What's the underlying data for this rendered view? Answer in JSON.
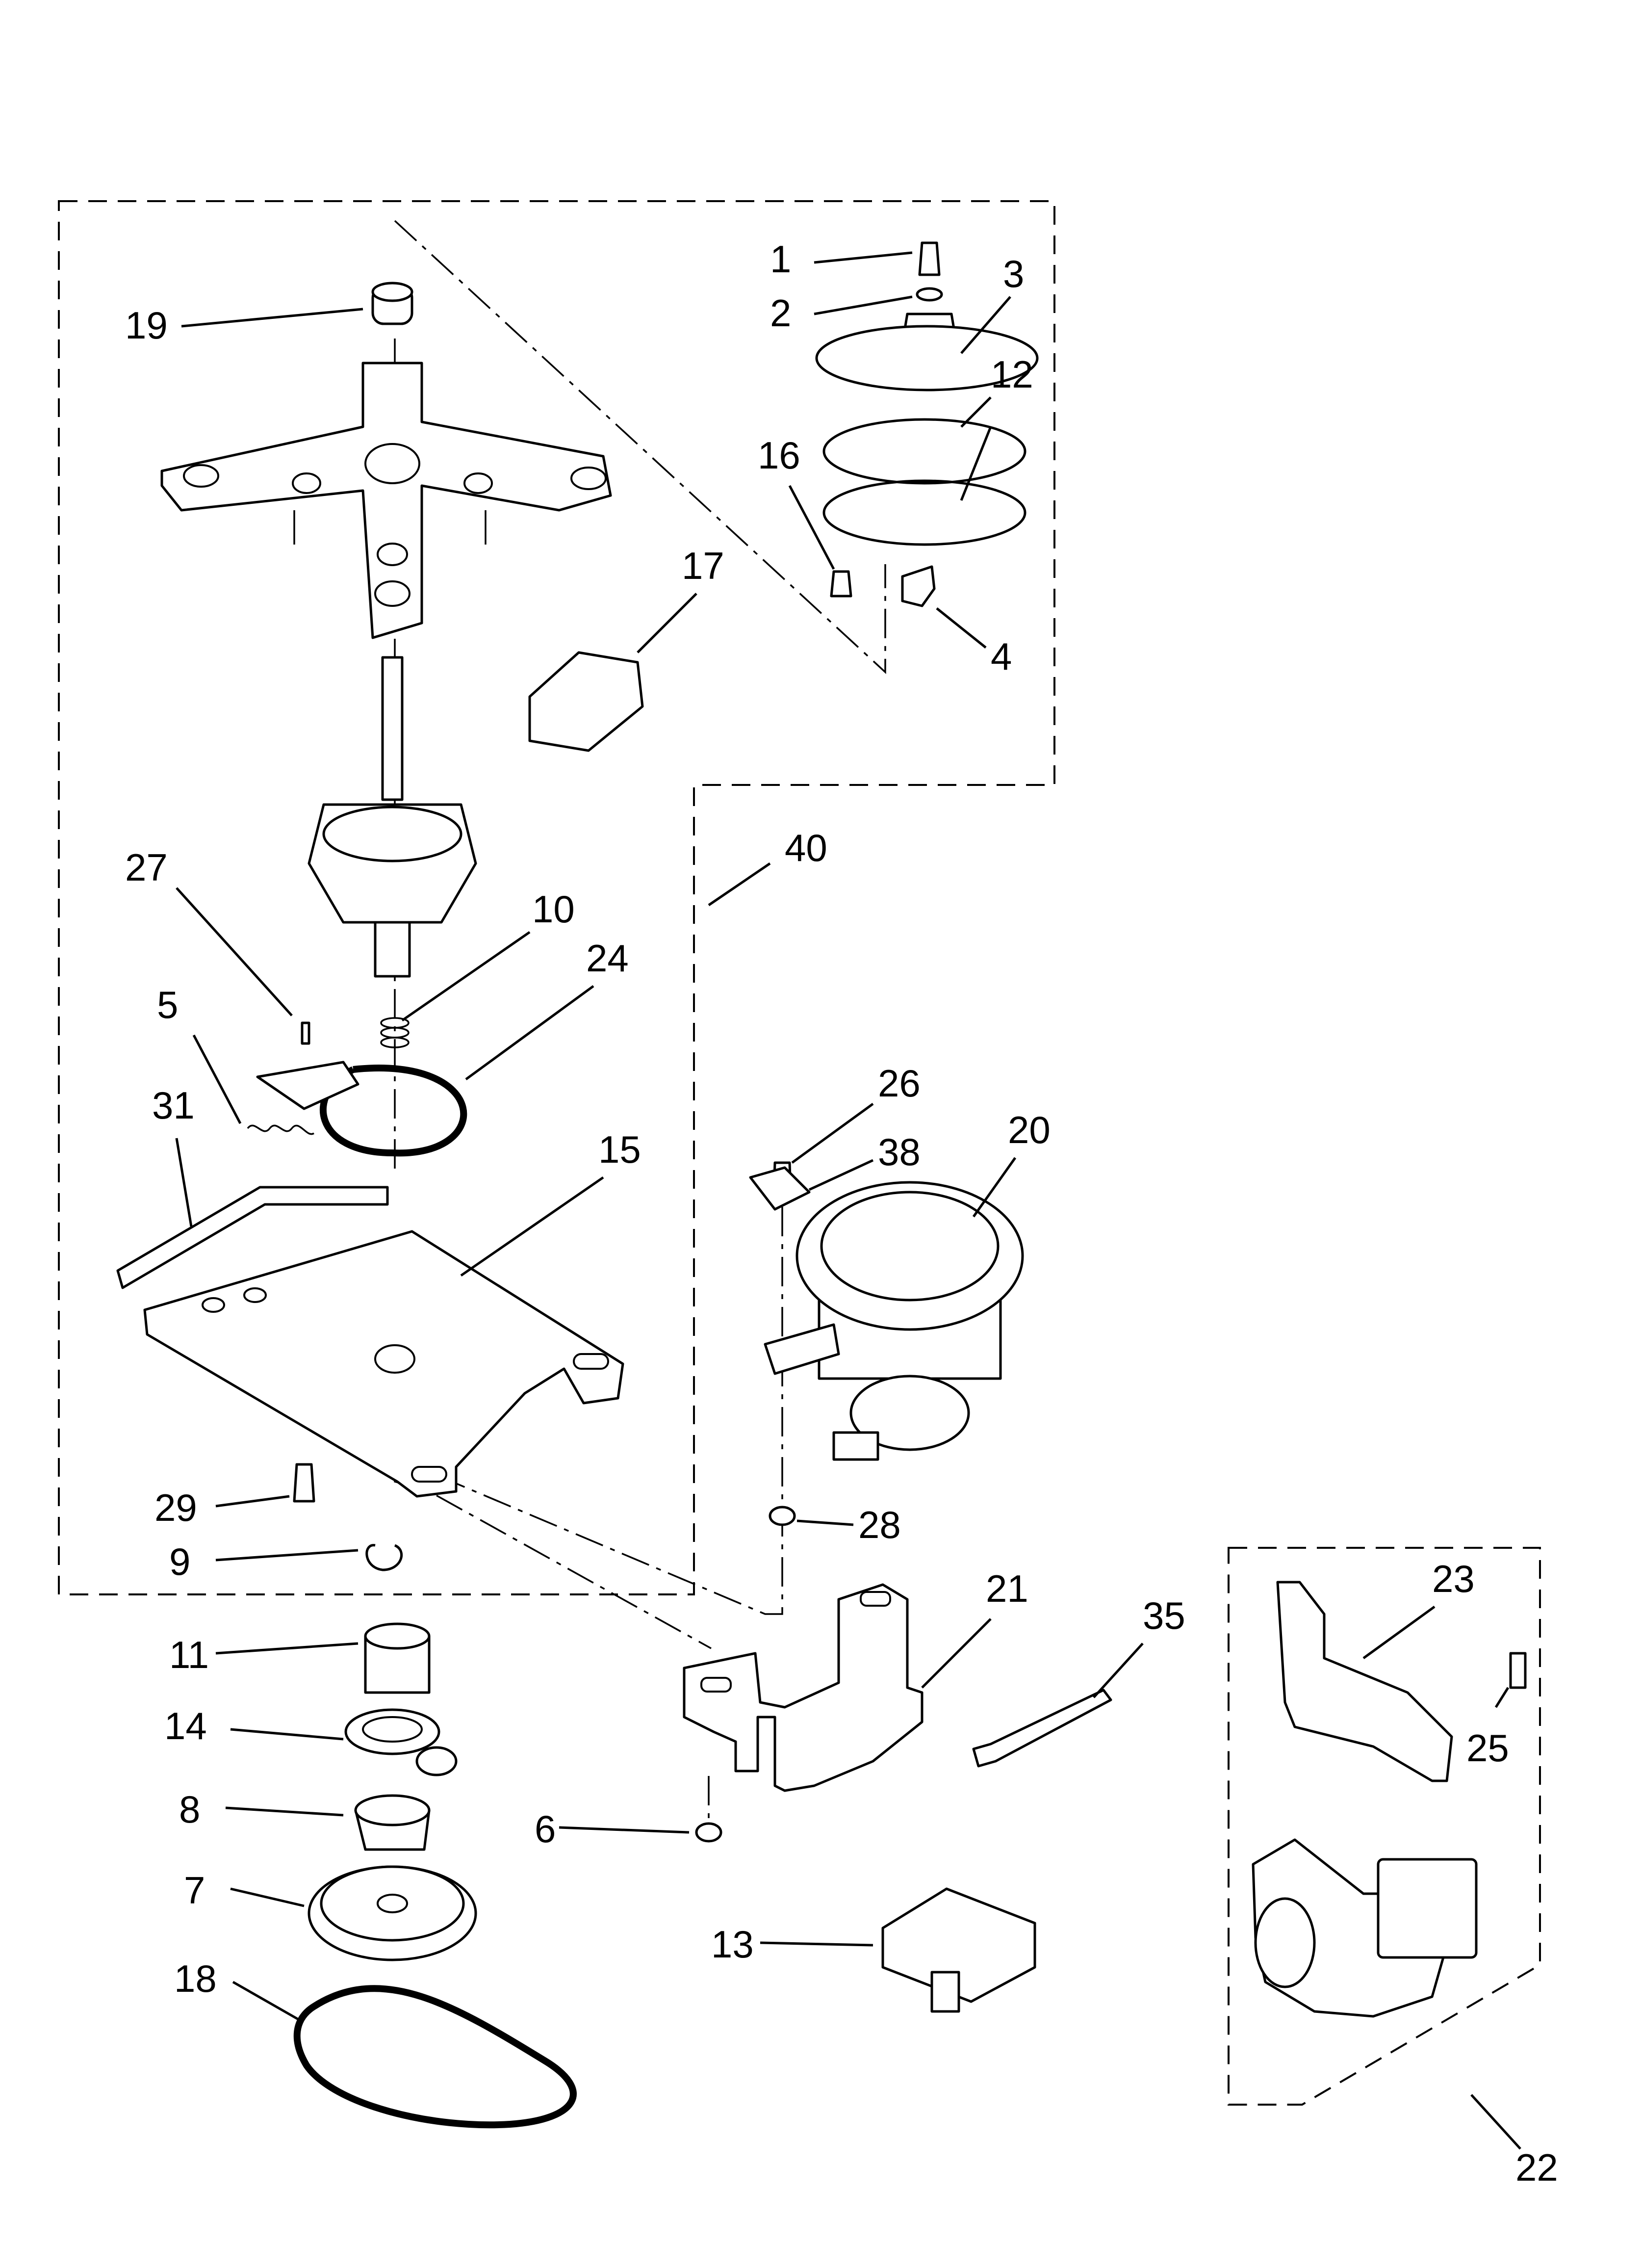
{
  "callouts": [
    {
      "id": "1",
      "label": "1"
    },
    {
      "id": "2",
      "label": "2"
    },
    {
      "id": "3",
      "label": "3"
    },
    {
      "id": "12",
      "label": "12"
    },
    {
      "id": "16",
      "label": "16"
    },
    {
      "id": "4",
      "label": "4"
    },
    {
      "id": "17",
      "label": "17"
    },
    {
      "id": "19",
      "label": "19"
    },
    {
      "id": "40",
      "label": "40"
    },
    {
      "id": "27",
      "label": "27"
    },
    {
      "id": "10",
      "label": "10"
    },
    {
      "id": "24",
      "label": "24"
    },
    {
      "id": "5",
      "label": "5"
    },
    {
      "id": "31",
      "label": "31"
    },
    {
      "id": "15",
      "label": "15"
    },
    {
      "id": "26",
      "label": "26"
    },
    {
      "id": "38",
      "label": "38"
    },
    {
      "id": "20",
      "label": "20"
    },
    {
      "id": "29",
      "label": "29"
    },
    {
      "id": "9",
      "label": "9"
    },
    {
      "id": "28",
      "label": "28"
    },
    {
      "id": "21",
      "label": "21"
    },
    {
      "id": "35",
      "label": "35"
    },
    {
      "id": "23",
      "label": "23"
    },
    {
      "id": "25",
      "label": "25"
    },
    {
      "id": "11",
      "label": "11"
    },
    {
      "id": "14",
      "label": "14"
    },
    {
      "id": "8",
      "label": "8"
    },
    {
      "id": "6",
      "label": "6"
    },
    {
      "id": "7",
      "label": "7"
    },
    {
      "id": "13",
      "label": "13"
    },
    {
      "id": "18",
      "label": "18"
    },
    {
      "id": "22",
      "label": "22"
    }
  ]
}
